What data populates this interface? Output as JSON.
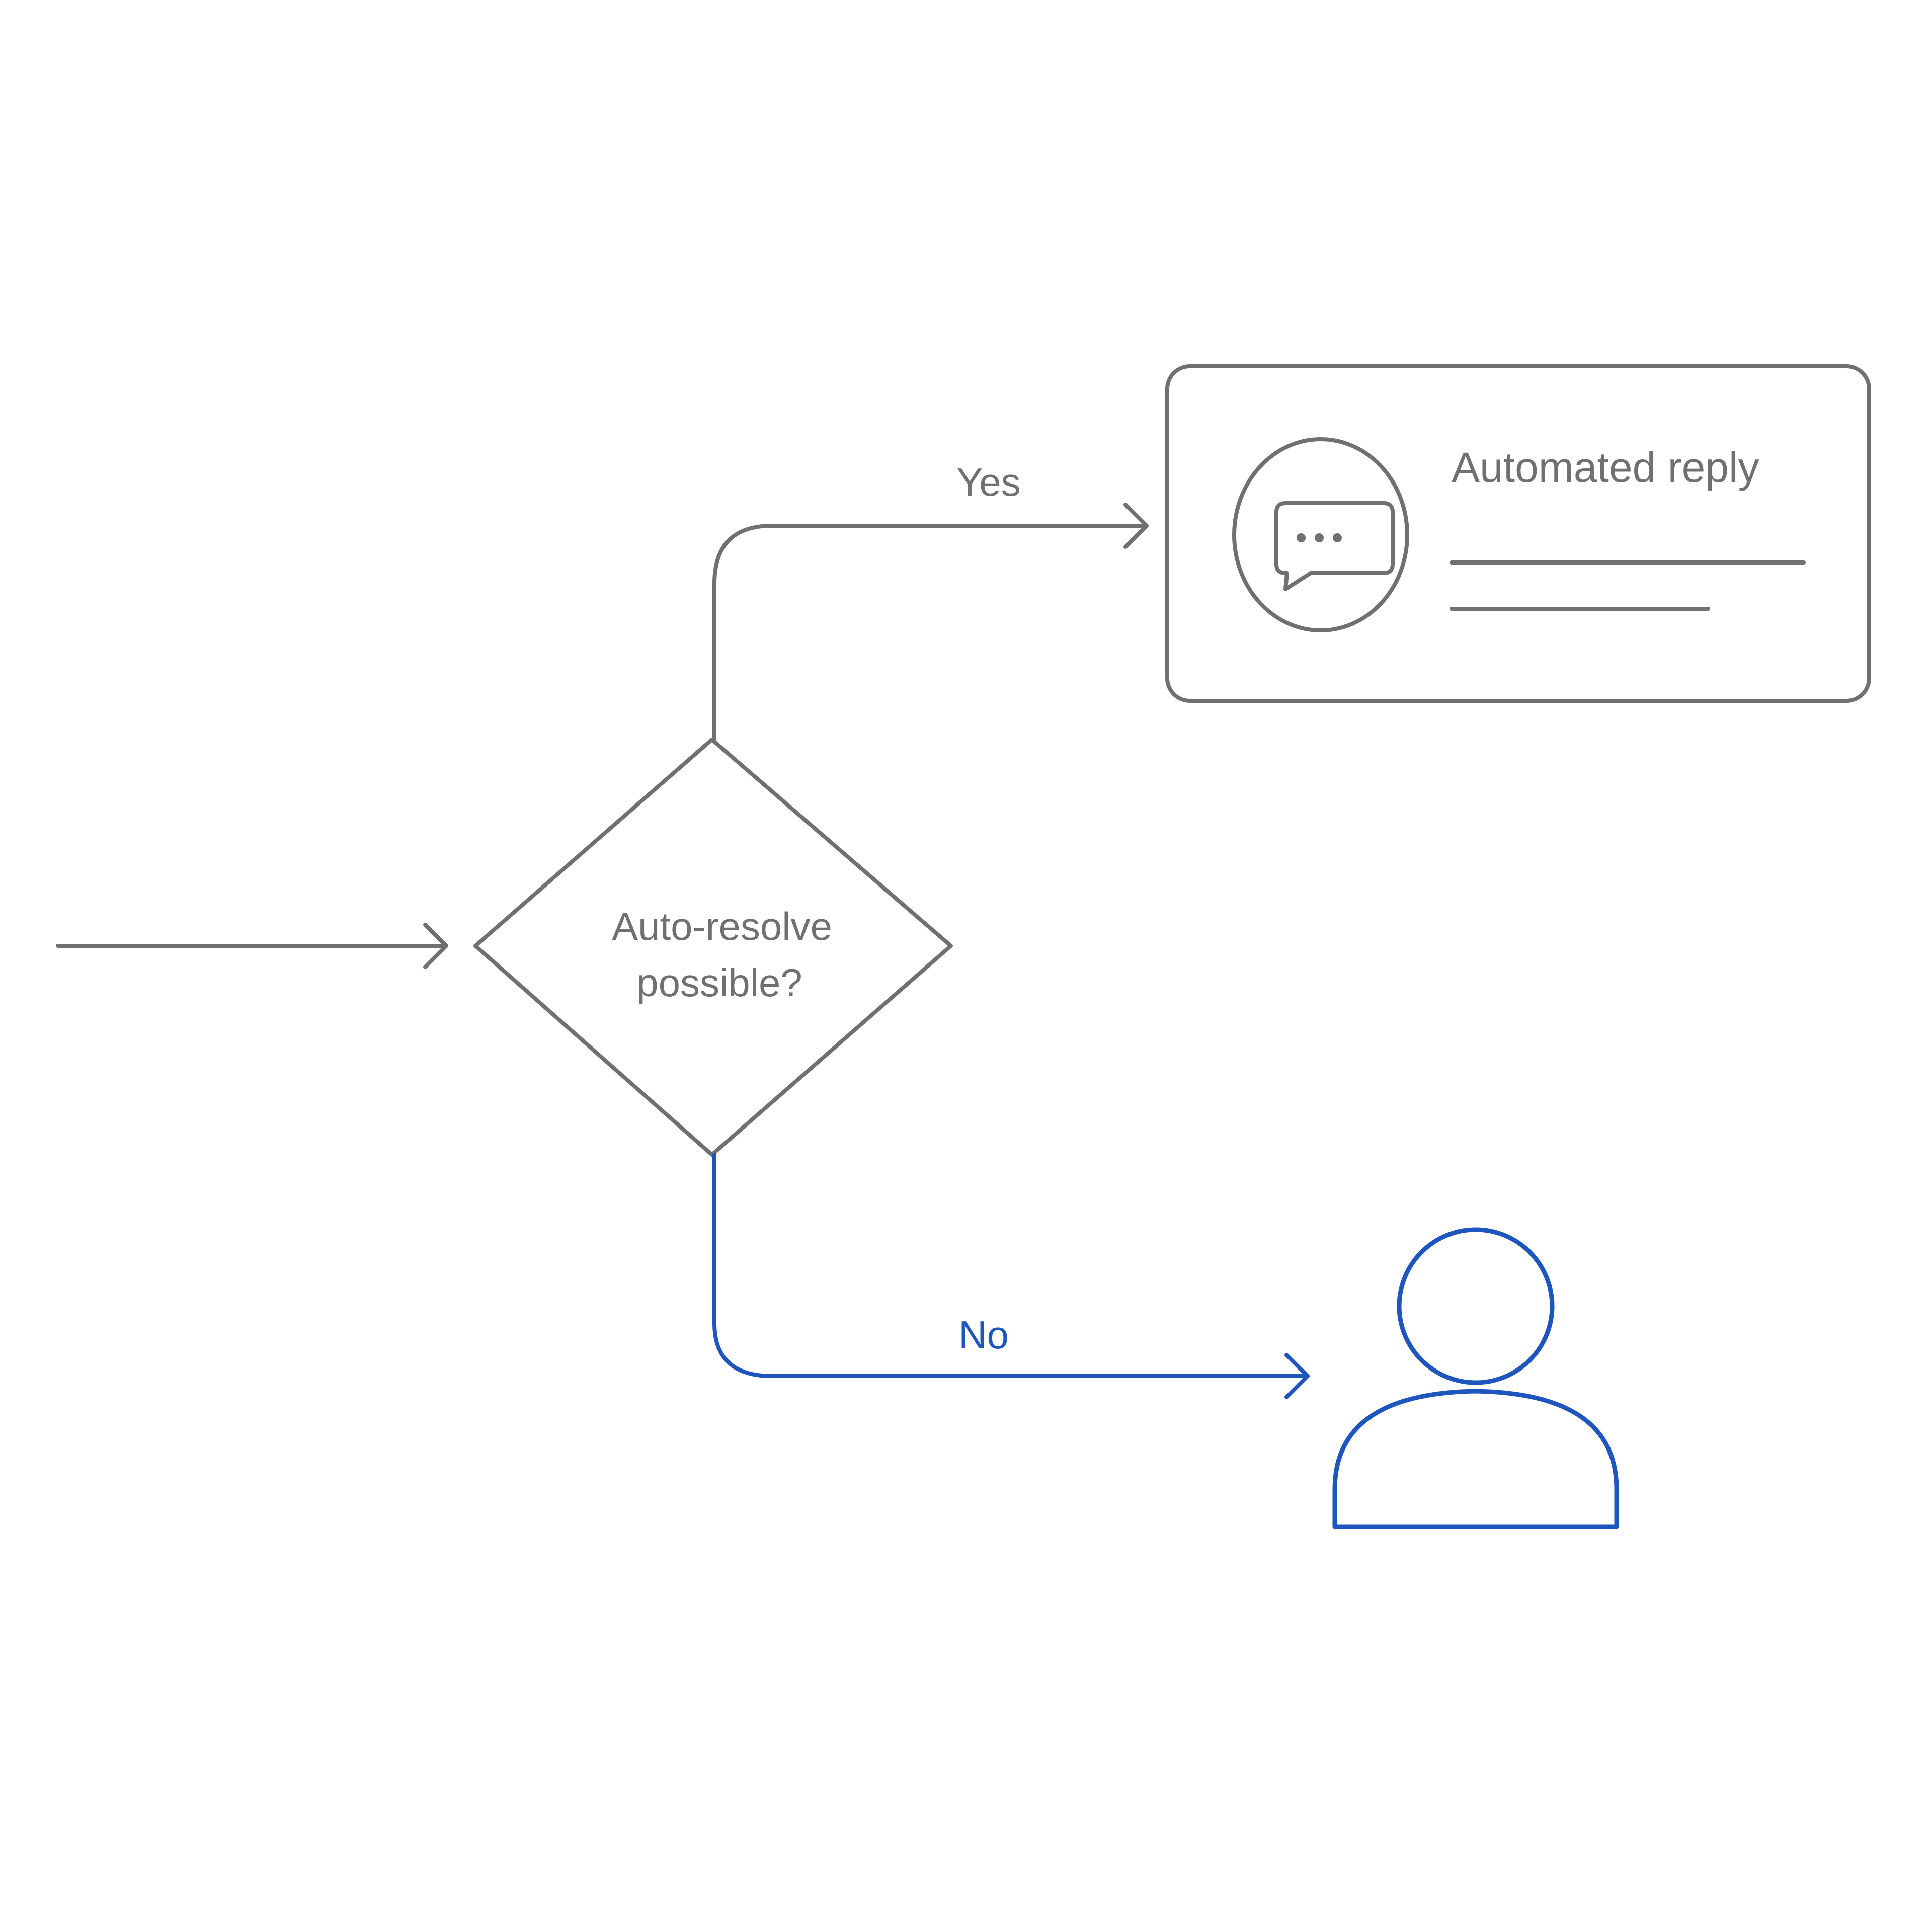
{
  "diagram": {
    "decision": {
      "line1": "Auto-resolve",
      "line2": "possible?"
    },
    "yes_label": "Yes",
    "no_label": "No",
    "reply_card": {
      "title": "Automated reply",
      "icon": "chat-bubble-icon"
    },
    "agent": {
      "icon": "person-icon"
    },
    "colors": {
      "neutral": "#707070",
      "accent": "#1f56be",
      "background": "#ffffff"
    }
  }
}
